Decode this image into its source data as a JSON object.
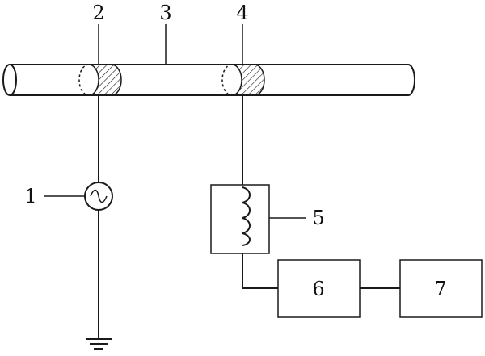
{
  "labels": {
    "source": "1",
    "ring_left": "2",
    "conductor": "3",
    "ring_right": "4",
    "coil": "5",
    "block_6": "6",
    "block_7": "7"
  }
}
